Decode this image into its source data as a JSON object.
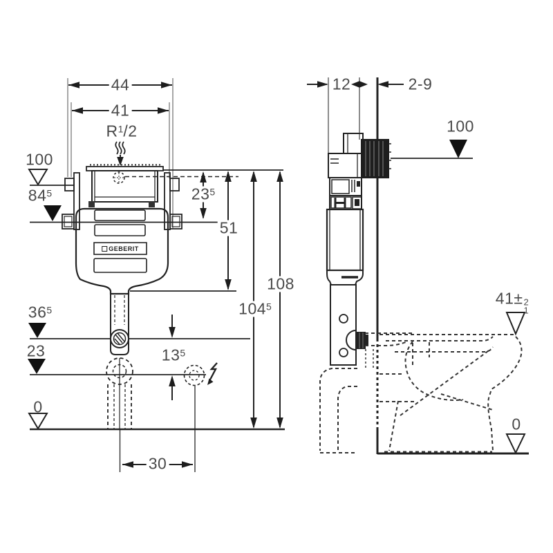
{
  "drawing": {
    "brand": "GEBERIT",
    "front_view": {
      "width_overall": "44",
      "width_tank": "41",
      "water_inlet": {
        "prefix": "R",
        "sup": "1",
        "rest": "/2"
      },
      "levels": {
        "supply": "100",
        "bracket": {
          "v": "84",
          "sup": "5"
        },
        "outlet_upper": {
          "v": "36",
          "sup": "5"
        },
        "outlet_lower": "23",
        "floor": "0"
      },
      "dims": {
        "cover_depth": {
          "v": "23",
          "sup": "5"
        },
        "tank_height": "51",
        "height_inner": {
          "v": "104",
          "sup": "5"
        },
        "height_total": "108",
        "outlet_offset": {
          "v": "13",
          "sup": "5"
        },
        "outlet_distance": "30"
      }
    },
    "side_view": {
      "frame_depth": "12",
      "finish_range": "2-9",
      "supply_level": "100",
      "wc_height": {
        "v": "41",
        "pm": "±",
        "plus": "2",
        "minus": "1"
      },
      "floor_level": "0"
    }
  }
}
